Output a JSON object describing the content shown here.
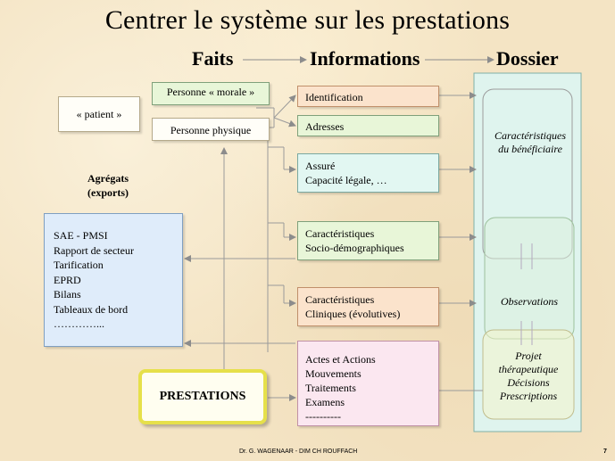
{
  "title": "Centrer le système sur les prestations",
  "headers": {
    "faits": "Faits",
    "informations": "Informations",
    "dossier": "Dossier"
  },
  "left": {
    "patient": "« patient »",
    "agregats_line1": "Agrégats",
    "agregats_line2": "(exports)",
    "exports": [
      "SAE - PMSI",
      "Rapport de secteur",
      "Tarification",
      "EPRD",
      "Bilans",
      "Tableaux de bord",
      "…………..."
    ],
    "prestations": "PRESTATIONS"
  },
  "persons": {
    "morale": "Personne « morale »",
    "physique": "Personne physique"
  },
  "info": {
    "identification": "Identification",
    "adresses": "Adresses",
    "assure": [
      "Assuré",
      "Capacité légale, …"
    ],
    "socio": [
      "Caractéristiques",
      "Socio-démographiques"
    ],
    "cliniques": [
      "Caractéristiques",
      "Cliniques (évolutives)"
    ],
    "actes": [
      "Actes et Actions",
      "Mouvements",
      "Traitements",
      "Examens",
      "----------"
    ]
  },
  "dossier": {
    "beneficiaire": [
      "Caractéristiques",
      "du bénéficiaire"
    ],
    "observations": "Observations",
    "projet": [
      "Projet",
      "thérapeutique",
      "Décisions",
      "Prescriptions"
    ]
  },
  "footer": {
    "author": "Dr. G. WAGENAAR - DIM CH ROUFFACH",
    "page": "7"
  },
  "colors": {
    "background": "#f4e4c4",
    "green": "#e8f6d8",
    "peach": "#fbe3cc",
    "teal": "#e2f7f2",
    "pink": "#fbe7f0",
    "blue": "#dfecfa",
    "prestations_border": "#e6e04a",
    "dossier_panel": "#dff4ee"
  }
}
